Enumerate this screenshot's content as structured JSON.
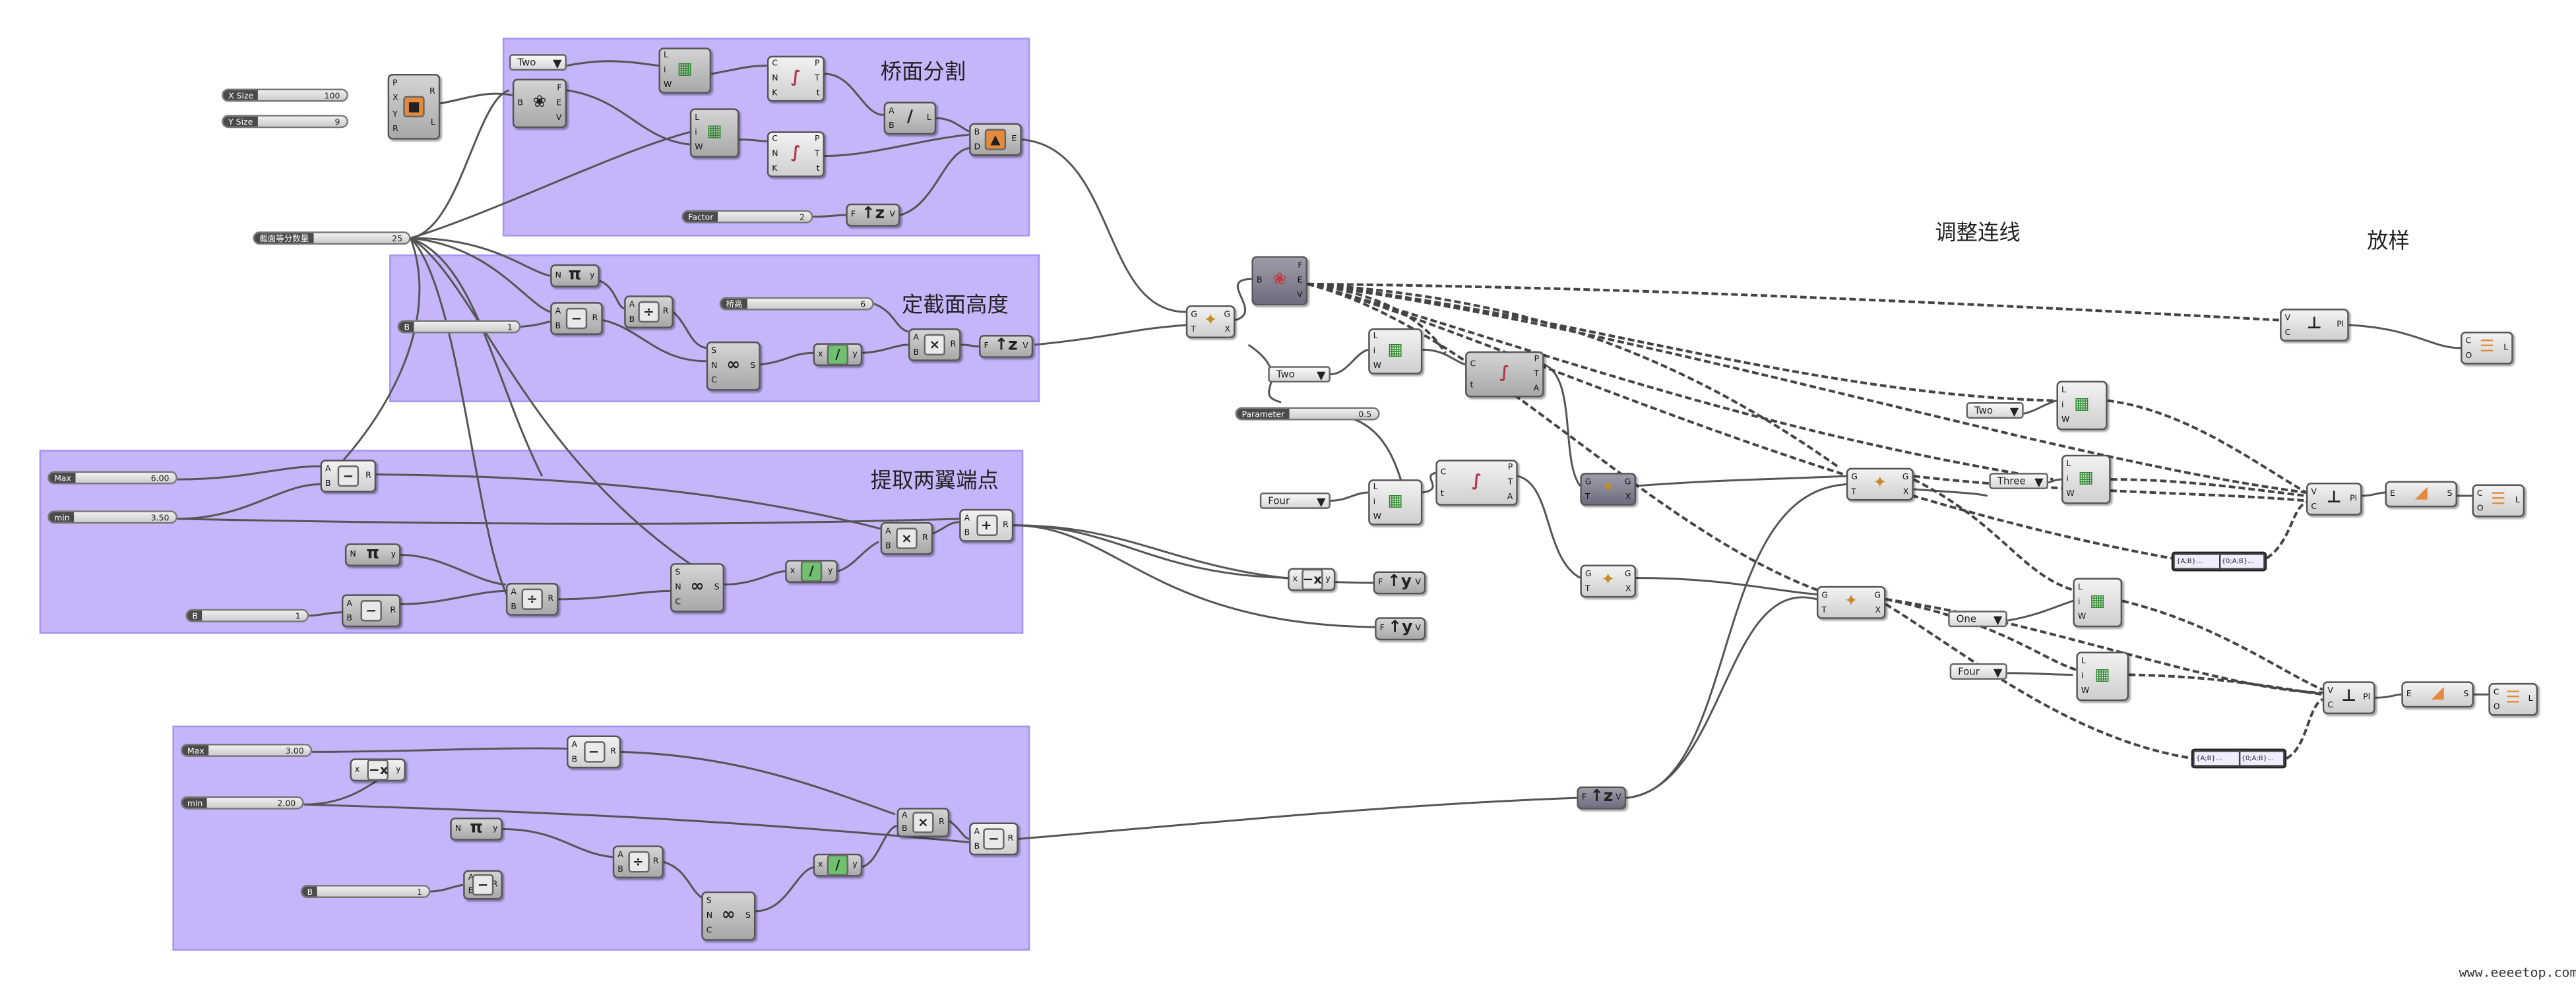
{
  "groups": [
    {
      "title": "桥面分割"
    },
    {
      "title": "定截面高度"
    },
    {
      "title": "提取两翼端点"
    },
    {
      "title": ""
    }
  ],
  "labels": {
    "adjust": "调整连线",
    "loft": "放样"
  },
  "sliders": {
    "x_size": {
      "name": "X Size",
      "value": "100"
    },
    "y_size": {
      "name": "Y Size",
      "value": "9"
    },
    "section_count": {
      "name": "截面等分数量",
      "value": "25"
    },
    "b1": {
      "name": "B",
      "value": "1"
    },
    "bridge_height": {
      "name": "桥高",
      "value": "6"
    },
    "factor": {
      "name": "Factor",
      "value": "2"
    },
    "max1": {
      "name": "Max",
      "value": "6.00"
    },
    "min1": {
      "name": "min",
      "value": "3.50"
    },
    "b2": {
      "name": "B",
      "value": "1"
    },
    "max2": {
      "name": "Max",
      "value": "3.00"
    },
    "min2": {
      "name": "min",
      "value": "2.00"
    },
    "b3": {
      "name": "B",
      "value": "1"
    },
    "parameter": {
      "name": "Parameter",
      "value": "0.5"
    }
  },
  "value_lists": {
    "vl_two_top": "Two",
    "vl_two_mid": "Two",
    "vl_four_mid": "Four",
    "vl_two_right": "Two",
    "vl_three": "Three",
    "vl_one": "One",
    "vl_four_right": "Four"
  },
  "panels": {
    "panel1": [
      "{A;B}…",
      "{0;A;B}…"
    ],
    "panel2": [
      "{A;B}…",
      "{0;A;B}…"
    ]
  },
  "pi_glyph": "π",
  "watermark": "www.eeeetop.com"
}
